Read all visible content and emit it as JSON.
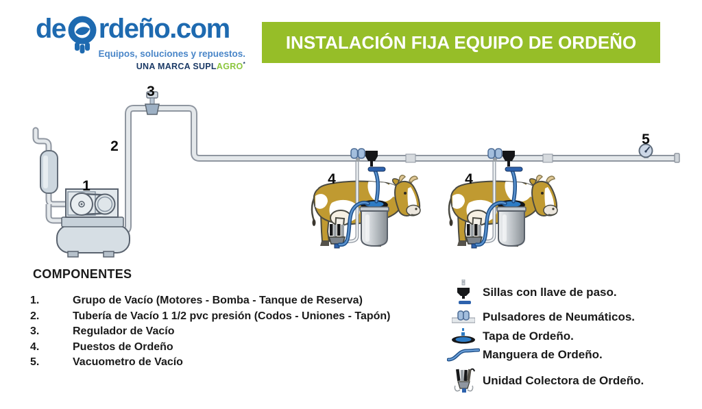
{
  "logo": {
    "brand_de": "de",
    "brand_rest": "rdeño.com",
    "tagline": "Equipos, soluciones y repuestos.",
    "trademark_prefix": "UNA MARCA ",
    "trademark_supl": "SUPL",
    "trademark_agro": "AGRO",
    "trademark_star": "*"
  },
  "banner": {
    "title": "INSTALACIÓN FIJA EQUIPO DE ORDEÑO"
  },
  "diagram": {
    "numbers": {
      "pump_group": "1",
      "vacuum_pipe": "2",
      "vacuum_regulator": "3",
      "milking_station": "4",
      "vacuum_gauge": "5"
    }
  },
  "components": {
    "heading": "COMPONENTES",
    "items": [
      {
        "num": "1.",
        "text": "Grupo de Vacío (Motores - Bomba - Tanque de Reserva)"
      },
      {
        "num": "2.",
        "text": "Tubería de Vacío 1 1/2 pvc presión (Codos - Uniones - Tapón)"
      },
      {
        "num": "3.",
        "text": "Regulador de Vacío"
      },
      {
        "num": "4.",
        "text": "Puestos de Ordeño"
      },
      {
        "num": "5.",
        "text": "Vacuometro de Vacío"
      }
    ]
  },
  "legend": {
    "items": [
      {
        "icon": "stopcock-saddle-icon",
        "label": "Sillas con llave de paso."
      },
      {
        "icon": "pneumatic-pulsator-icon",
        "label": "Pulsadores de Neumáticos."
      },
      {
        "icon": "milking-lid-icon",
        "label": "Tapa de Ordeño."
      },
      {
        "icon": "milking-hose-icon",
        "label": "Manguera de Ordeño."
      },
      {
        "icon": "collector-unit-icon",
        "label": "Unidad Colectora de Ordeño."
      }
    ]
  },
  "colors": {
    "brand_blue": "#1e6ab0",
    "brand_green": "#8cc63e",
    "banner_green": "#96be28",
    "hose_blue": "#2d62ad",
    "cow_gold": "#c09a31",
    "pipe_gray": "#e4e8eb"
  }
}
